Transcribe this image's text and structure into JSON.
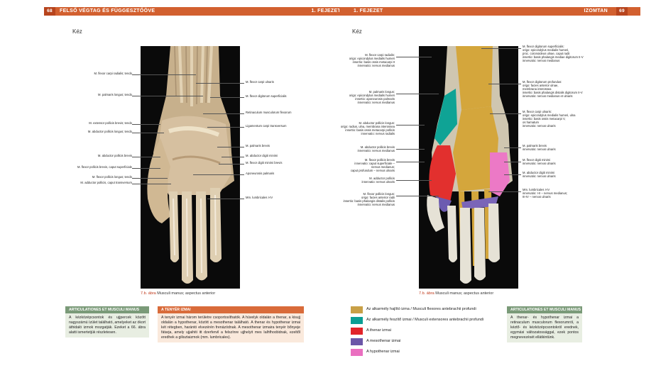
{
  "left_page": {
    "page_number": "68",
    "header_title": "FELSŐ VÉGTAG ÉS FÜGGESZTŐÖVE",
    "chapter": "1. FEJEZET",
    "section_title": "Kéz",
    "labels_left": [
      "M. flexor carpi radialis; tendo",
      "M. palmaris longus; tendo",
      "M. extensor pollicis brevis; tendo",
      "M. abductor pollicis longus; tendo",
      "M. abductor pollicis brevis",
      "M. flexor pollicis brevis, caput superficiale",
      "M. flexor pollicis longus; tendo",
      "M. adductor pollicis, caput transversum"
    ],
    "labels_right": [
      "M. flexor carpi ulnaris",
      "M. flexor digitorum superficialis",
      "Retinaculum musculorum flexorum",
      "Ligamentum carpi transversum",
      "M. palmaris brevis",
      "M. abductor digiti minimi",
      "M. flexor digiti minimi brevis",
      "Aponeurosis palmaris",
      "Mm. lumbricales I-IV"
    ],
    "caption_num": "7.b. ábra",
    "caption_text": "Musculi manus; aspectus anterior",
    "box1": {
      "title": "ARTICULATIONES ET MUSCULI MANUS",
      "text": "A kézközépcsontok és ujjpercek között nagyszámú ízület található, amelyeket az ókort áthidaló izmok mozgatják. Ezeket a 66. ábra alatti ismertetjük részletesen."
    },
    "box2": {
      "title": "A TENYÉR IZMAI",
      "text": "A tenyér izmai három területre csoportosíthatók. A hüvelyk oldalán a thenar, a kisujj oldalán a hypothenar, között a mesothenar található. A thenar és hypothenar izmai két rétegben, harántó elvezérén frenázódnak. A mesothenar izmaira tenyér bőnyeje fátarja, amely ujjaihiti itt dzerfervil a felszínre ujjhelyit mes Ialhfhodódnak, ezeltől eredhek a gilisztaizmok (mm. lumbricales)."
    }
  },
  "right_page": {
    "chapter": "1. FEJEZET",
    "header_right": "IZOMTAN",
    "page_number": "69",
    "section_title": "Kéz",
    "labels_left": [
      "M. flexor carpi radialis:\norigo: epicondylus medialis humeri\ninsertio: basis ossis metacarpi II\ninnervatio: nervus medianus",
      "M. palmaris longus:\norigo: epicondylus medialis humeri\ninsertio: aponeurosis palmaris\ninnervatio: nervus medianus",
      "M. abductor pollicis longus:\norigo: radius, ulna, membrana interossea\ninsertio: basis ossis metacarpi pollicis\ninnervatio: nervus radialis",
      "M. abductor pollicis brevis\ninnervatio: nervus medianus",
      "M. flexor pollicis brevis\ninnervatio: caput superficiale –\nnervus medianus;\ncaput profundum – nervus ulnaris",
      "M. adductor pollicis\ninnervatio: nervus ulnaris",
      "M. flexor pollicis longus:\norigo: facies anterior radii\ninsertio: basis phalangis distalis pollicis\ninnervatio: nervus medianus"
    ],
    "labels_right": [
      "M. flexor digitorum superficialis:\norigo: epicondylus medialis humeri,\nproc. coronoideus ulnae, caput radii\ninsertio: basis phalangis mediae digitorum II-V\ninnervatio: nervus medianus",
      "M. flexor digitorum profundus:\norigo: facies anterior ulnae,\nmembrana interossea\ninsertio: basis phalangis distalis digitorum II-V\ninnervatio: nervus medianus et ulnaris",
      "M. flexor carpi ulnaris:\norigo: epicondylus medialis humeri, ulna\ninsertio: basis ossis metacarpi V,\nos hamatum\ninnervatio: nervus ulnaris",
      "M. palmaris brevis\ninnervatio: nervus ulnaris",
      "M. flexor digiti minimi\ninnervatio: nervus ulnaris",
      "M. abductor digiti minimi\ninnervatio: nervus ulnaris",
      "Mm. lumbricales I-IV\ninnervatio: I-II – nervus medianus;\nIII-IV – nervus ulnaris"
    ],
    "caption_num": "7.b. ábra",
    "caption_text": "Musculi manus; aspectus anterior",
    "legend": [
      {
        "color": "#c8a046",
        "label": "Az alkarmély hajlító izma / Musculi flexores antebrachii profundi"
      },
      {
        "color": "#0b9e94",
        "label": "Az alkarmély feszítő izmai / Musculi extensores antebrachii profundi"
      },
      {
        "color": "#e2242a",
        "label": "A thenar izmai"
      },
      {
        "color": "#6b56a8",
        "label": "A mesothenar izmai"
      },
      {
        "color": "#ea6fc0",
        "label": "A hypothenar izmai"
      }
    ],
    "box": {
      "title": "ARTICULATIONES ET MUSCULI MANUS",
      "text": "A thenar- és hypothenar izmai a retinaculum musculorum flexorumról, a kéztő- és kézközépcsontokról erednek, egymási változatossággal, ezek pontos megnevezését ellátkintünk."
    }
  }
}
